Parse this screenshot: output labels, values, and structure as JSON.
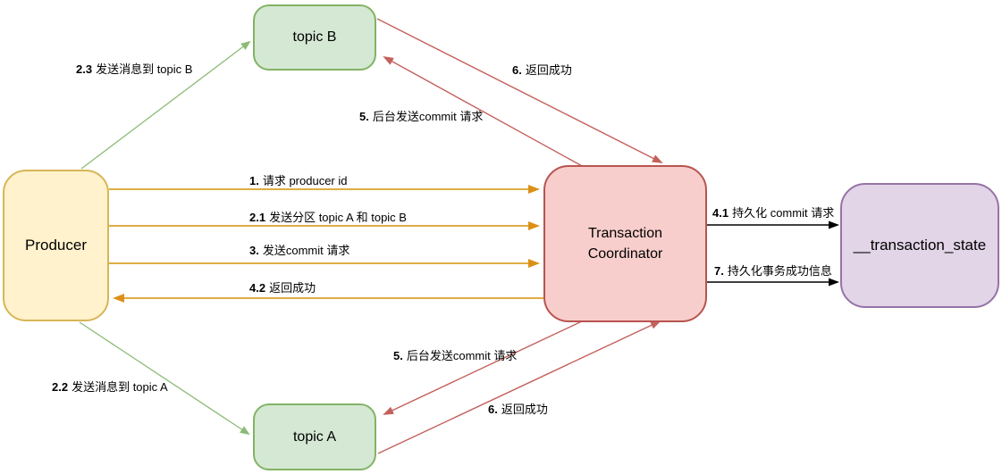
{
  "diagram": {
    "nodes": {
      "producer": {
        "label": "Producer",
        "fill": "#FFF2CC",
        "stroke": "#D6B656"
      },
      "topic_b": {
        "label": "topic B",
        "fill": "#D5E8D4",
        "stroke": "#82B366"
      },
      "topic_a": {
        "label": "topic A",
        "fill": "#D5E8D4",
        "stroke": "#82B366"
      },
      "coordinator": {
        "label": "Transaction Coordinator",
        "fill": "#F8CECC",
        "stroke": "#B85450"
      },
      "transaction_state": {
        "label": "__transaction_state",
        "fill": "#E1D5E7",
        "stroke": "#9673A6"
      }
    },
    "edges": [
      {
        "num": "1.",
        "text": "请求 producer id",
        "from": "Producer",
        "to": "Transaction Coordinator",
        "color": "#DCA029"
      },
      {
        "num": "2.1",
        "text": "发送分区 topic A 和 topic B",
        "from": "Producer",
        "to": "Transaction Coordinator",
        "color": "#DCA029"
      },
      {
        "num": "3.",
        "text": "发送commit 请求",
        "from": "Producer",
        "to": "Transaction Coordinator",
        "color": "#DCA029"
      },
      {
        "num": "4.2",
        "text": "返回成功",
        "from": "Transaction Coordinator",
        "to": "Producer",
        "color": "#DCA029"
      },
      {
        "num": "2.3",
        "text": "发送消息到 topic B",
        "from": "Producer",
        "to": "topic B",
        "color": "#8CBB77"
      },
      {
        "num": "2.2",
        "text": "发送消息到 topic A",
        "from": "Producer",
        "to": "topic A",
        "color": "#8CBB77"
      },
      {
        "num": "5.",
        "text": "后台发送commit 请求",
        "from": "Transaction Coordinator",
        "to": "topic B",
        "color": "#C4615C"
      },
      {
        "num": "6.",
        "text": "返回成功",
        "from": "topic B",
        "to": "Transaction Coordinator",
        "color": "#C4615C"
      },
      {
        "num": "5.",
        "text": "后台发送commit 请求",
        "from": "Transaction Coordinator",
        "to": "topic A",
        "color": "#C4615C"
      },
      {
        "num": "6.",
        "text": "返回成功",
        "from": "topic A",
        "to": "Transaction Coordinator",
        "color": "#C4615C"
      },
      {
        "num": "4.1",
        "text": "持久化 commit 请求",
        "from": "Transaction Coordinator",
        "to": "__transaction_state",
        "color": "#000000"
      },
      {
        "num": "7.",
        "text": "持久化事务成功信息",
        "from": "Transaction Coordinator",
        "to": "__transaction_state",
        "color": "#000000"
      }
    ],
    "colors": {
      "background": "#FFFFFF",
      "gold_arrow": "#DCA029",
      "gold_arrowhead": "#DC9018",
      "red_arrow": "#C4615C",
      "green_arrow": "#8CBB77",
      "black_arrow": "#000000"
    }
  }
}
